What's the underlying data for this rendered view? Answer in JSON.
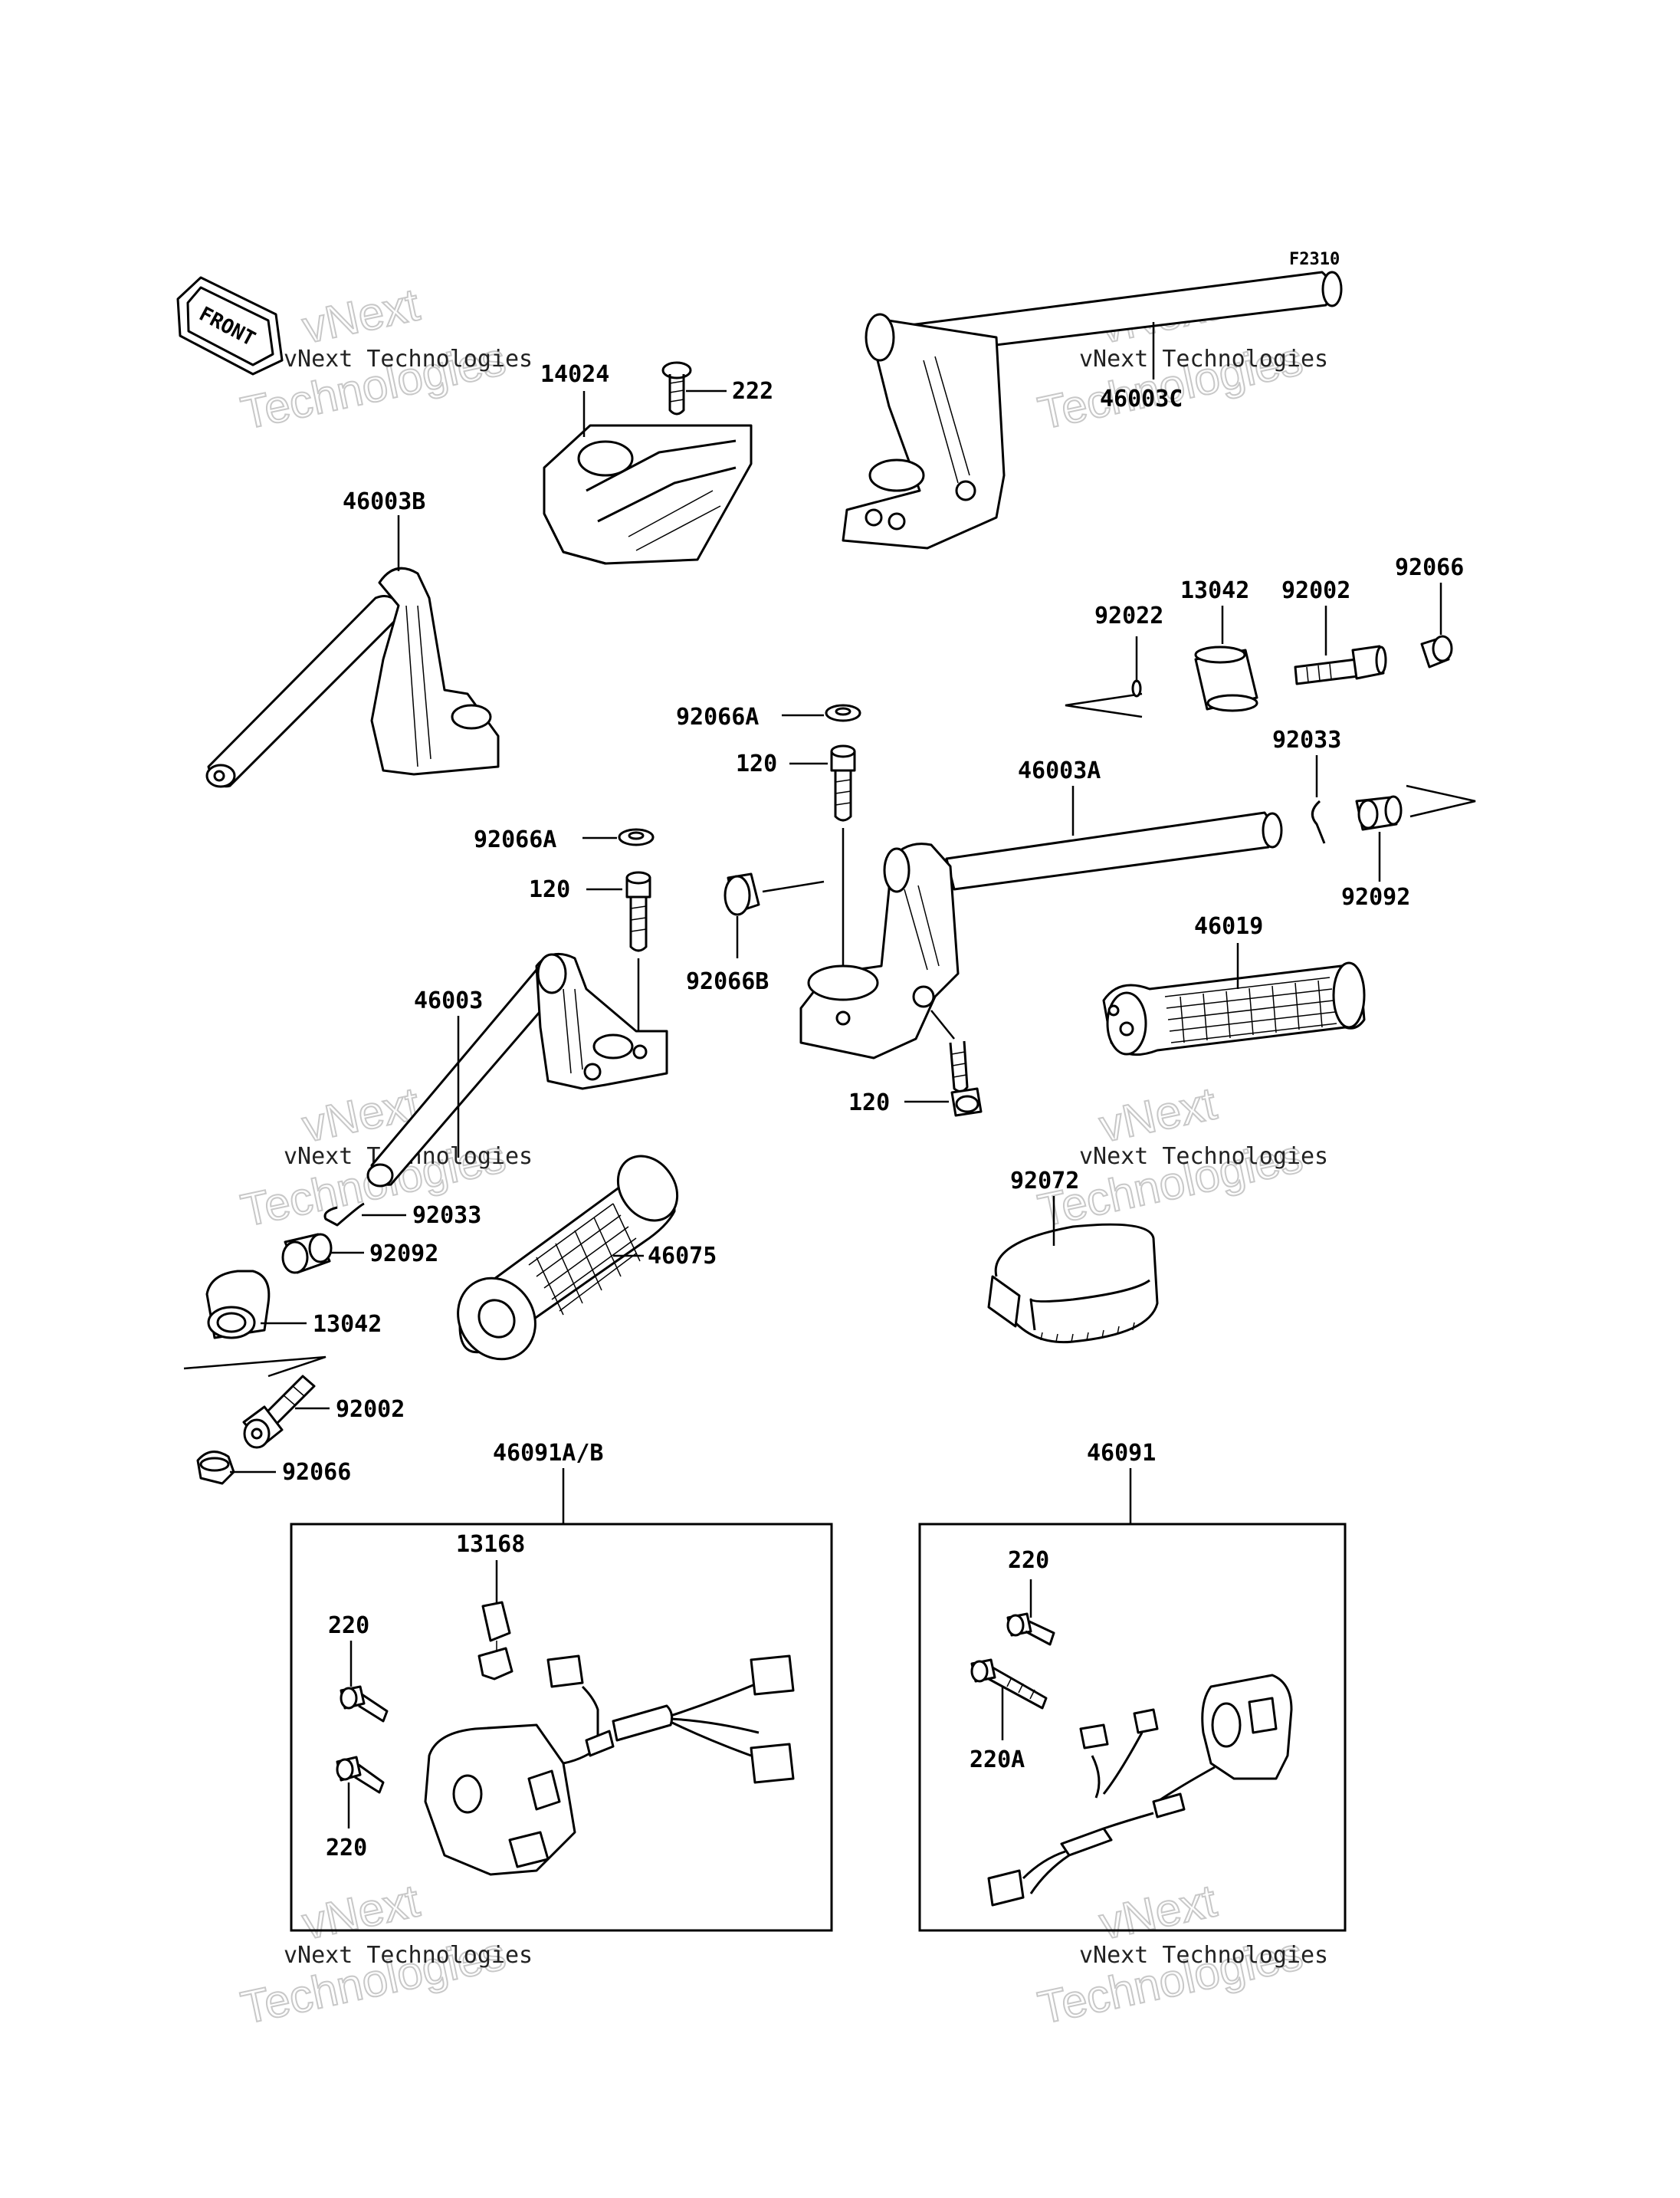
{
  "figure_code": "F2310",
  "front_label": "FRONT",
  "watermark": {
    "line1": "vNext Technologies",
    "line2": "Technologies",
    "line3": "vNext"
  },
  "labels": {
    "p14024": "14024",
    "p222": "222",
    "p46003C": "46003C",
    "p46003B": "46003B",
    "p92022": "92022",
    "p13042_top": "13042",
    "p92002_top": "92002",
    "p92066_top": "92066",
    "p92066A_top": "92066A",
    "p120_top": "120",
    "p46003A": "46003A",
    "p92033_right": "92033",
    "p92092_right": "92092",
    "p92066A_mid": "92066A",
    "p120_mid": "120",
    "p92066B": "92066B",
    "p46019": "46019",
    "p46003": "46003",
    "p120_bot": "120",
    "p92033_left": "92033",
    "p92092_left": "92092",
    "p46075": "46075",
    "p92072": "92072",
    "p13042_left": "13042",
    "p92002_left": "92002",
    "p92066_left": "92066",
    "p46091AB": "46091A/B",
    "p46091": "46091",
    "p13168": "13168",
    "p220_a": "220",
    "p220_b": "220",
    "p220_c": "220",
    "p220A": "220A"
  }
}
